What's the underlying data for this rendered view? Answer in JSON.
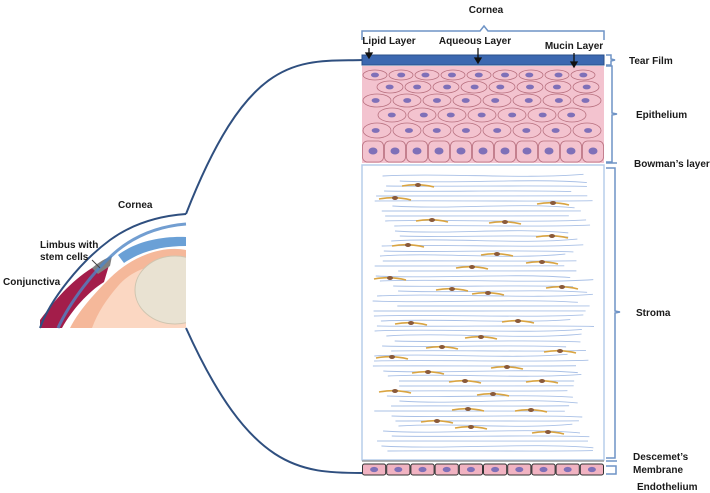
{
  "labels": {
    "cornea_top": "Cornea",
    "lipid_layer": "Lipid Layer",
    "aqueous_layer": "Aqueous Layer",
    "mucin_layer": "Mucin Layer",
    "tear_film": "Tear Film",
    "epithelium": "Epithelium",
    "bowmans_layer": "Bowman’s layer",
    "stroma": "Stroma",
    "descemets_line1": "Descemet’s",
    "descemets_line2": "Membrane",
    "endothelium": "Endothelium",
    "cornea_eye": "Cornea",
    "limbus_line1": "Limbus with",
    "limbus_line2": "stem cells",
    "conjunctiva": "Conjunctiva"
  },
  "colors": {
    "connector": "#2f4f7f",
    "bracket": "#6f94c6",
    "tear_film": "#3c68b0",
    "epithelium_fill": "#f3c3cf",
    "epithelium_stroke": "#b8707f",
    "nucleus": "#7f70b8",
    "stroma_fiber": "#a9c0e6",
    "keratocyte": "#d9a441",
    "endothelium_fill": "#f1b3c2",
    "eye_sclera": "#f5b89a",
    "eye_conjunctiva": "#a31d4a",
    "eye_cornea": "#6aa0d6",
    "eye_lens": "#e9e2d2"
  }
}
